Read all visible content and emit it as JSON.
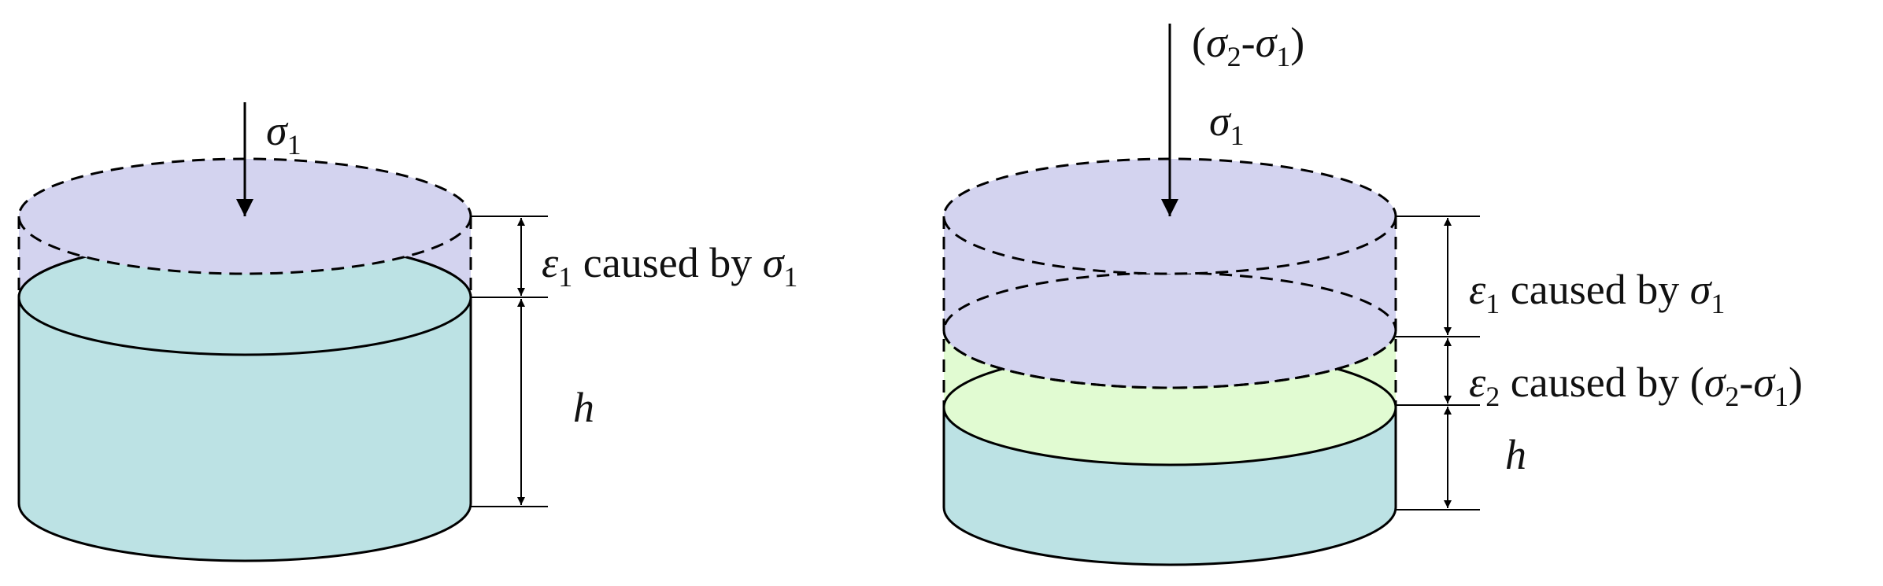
{
  "colors": {
    "lavender": "#d3d3ef",
    "cyan": "#bce2e4",
    "green": "#e1fbd2",
    "stroke": "#000000"
  },
  "left": {
    "stress": {
      "sym": "σ",
      "sub": "1"
    },
    "eps_label": {
      "sym": "ε",
      "sub": "1",
      "text": " caused by ",
      "sigma": "σ",
      "sigma_sub": "1"
    },
    "h_label": "h"
  },
  "right": {
    "top_stress": {
      "open": "(",
      "s2": "σ",
      "s2_sub": "2",
      "dash": "-",
      "s1": "σ",
      "s1_sub": "1",
      "close": ")"
    },
    "stress": {
      "sym": "σ",
      "sub": "1"
    },
    "eps1_label": {
      "sym": "ε",
      "sub": "1",
      "text": " caused by ",
      "sigma": "σ",
      "sigma_sub": "1"
    },
    "eps2_label": {
      "sym": "ε",
      "sub": "2",
      "text": " caused by ",
      "open": "(",
      "s2": "σ",
      "s2_sub": "2",
      "dash": "-",
      "s1": "σ",
      "s1_sub": "1",
      "close": ")"
    },
    "h_label": "h"
  }
}
